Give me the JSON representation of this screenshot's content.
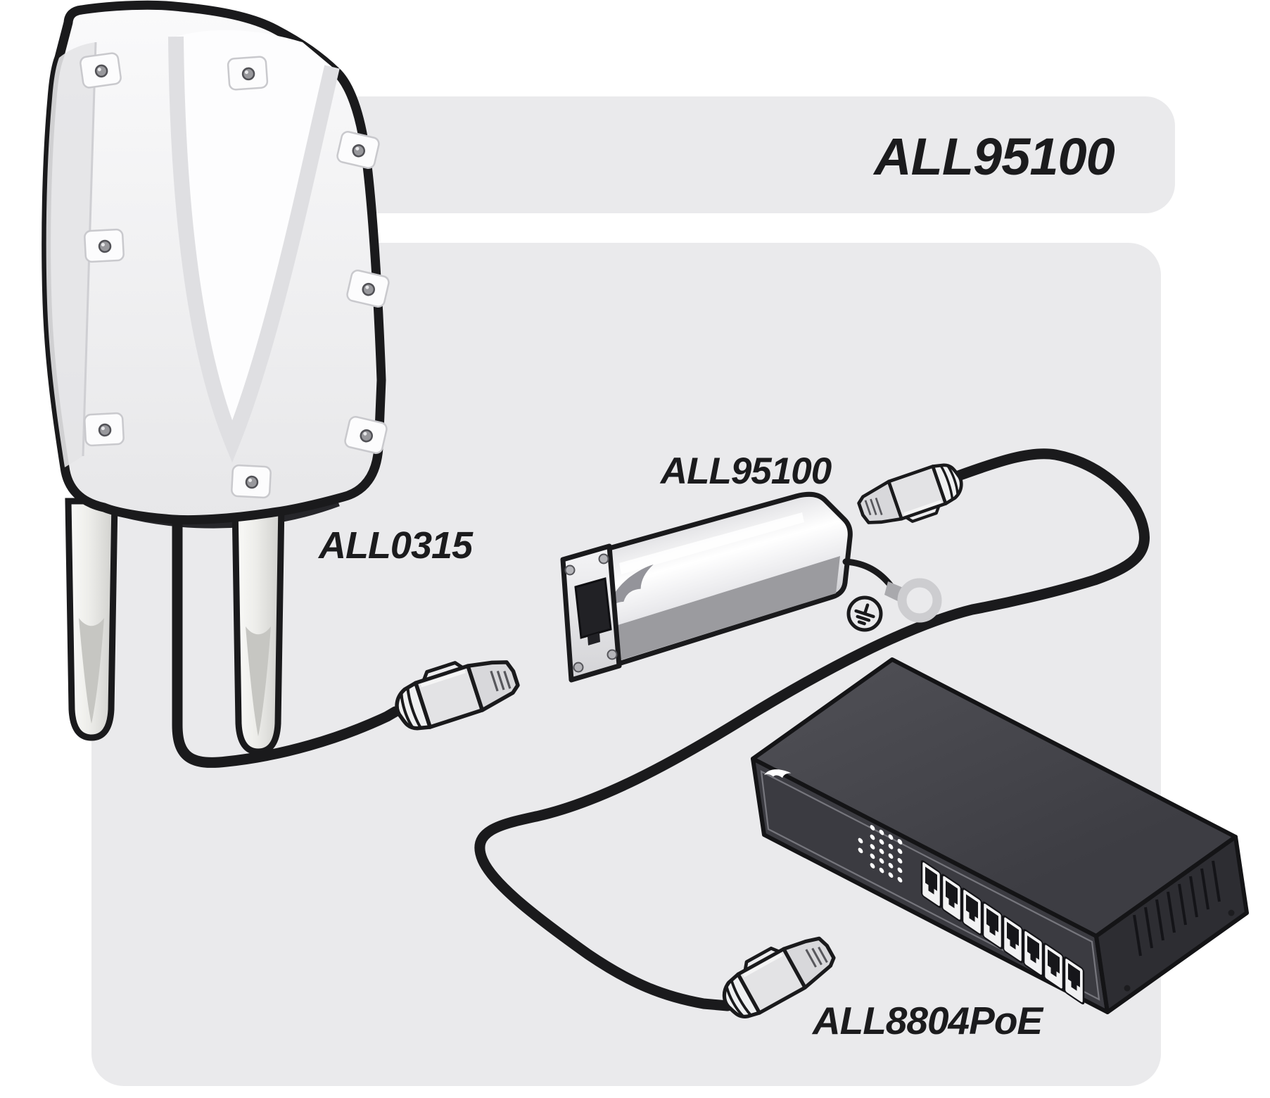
{
  "banner": {
    "label": "ALL95100"
  },
  "diagram": {
    "access_point": {
      "label": "ALL0315",
      "antenna_count": 2
    },
    "injector": {
      "label": "ALL95100"
    },
    "switch": {
      "label": "ALL8804PoE",
      "port_count": 8
    }
  },
  "colors": {
    "panel_bg": "#eaeaec",
    "outline": "#1a1a1c",
    "label_text": "#1b1b1d",
    "cable": "#1a1a1c",
    "ap_body": "#f4f4f6",
    "antenna": "#e9e9e6",
    "switch_top": "#47474d",
    "switch_front": "#3b3b41",
    "switch_side": "#2d2d32",
    "port_frame": "#f2f2f3",
    "port_opening": "#16161a",
    "injector_logo": "#94949a",
    "switch_logo": "#ffffff",
    "ring_terminal": "#cdcdd0"
  }
}
